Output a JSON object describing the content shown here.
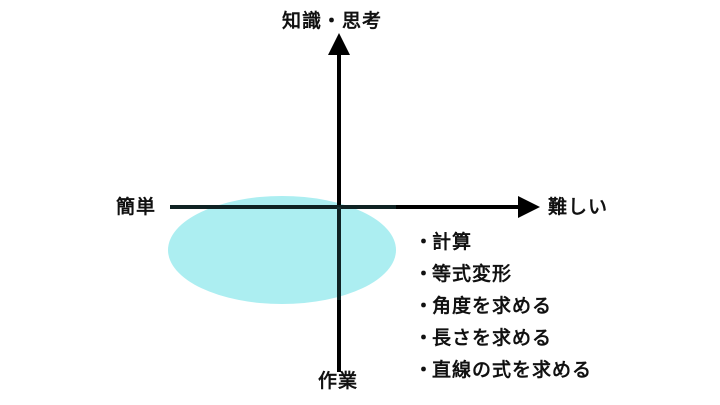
{
  "axes": {
    "top_label": "知識・思考",
    "bottom_label": "作業",
    "left_label": "簡単",
    "right_label": "難しい"
  },
  "region": {
    "fill_color": "#a8edf0"
  },
  "topics": {
    "bullet": "・",
    "items": [
      "計算",
      "等式変形",
      "角度を求める",
      "長さを求める",
      "直線の式を求める"
    ]
  },
  "colors": {
    "axis": "#000000",
    "text": "#111111"
  }
}
